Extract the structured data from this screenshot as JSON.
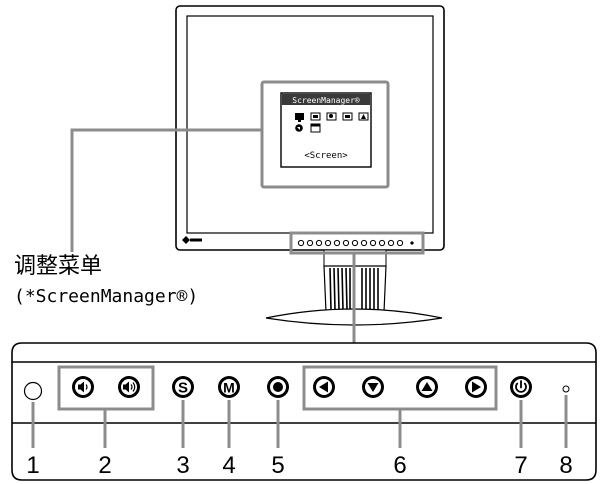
{
  "monitor": {
    "screen": {
      "osd_title": "ScreenManager®",
      "osd_item": "<Screen>"
    }
  },
  "caption": {
    "menu_label": "调整菜单",
    "menu_sublabel": "(*ScreenManager®)"
  },
  "panel": {
    "callout_numbers": [
      "1",
      "2",
      "3",
      "4",
      "5",
      "6",
      "7",
      "8"
    ],
    "buttons": [
      {
        "id": "sensor",
        "icon": "sensor-icon"
      },
      {
        "id": "volume-down",
        "icon": "speaker-down-icon"
      },
      {
        "id": "volume-up",
        "icon": "speaker-up-icon"
      },
      {
        "id": "mode",
        "icon": "mode-s-icon",
        "glyph": "S"
      },
      {
        "id": "menu",
        "icon": "menu-m-icon",
        "glyph": "M"
      },
      {
        "id": "enter",
        "icon": "enter-dot-icon"
      },
      {
        "id": "left",
        "icon": "arrow-left-icon"
      },
      {
        "id": "down",
        "icon": "arrow-down-icon"
      },
      {
        "id": "up",
        "icon": "arrow-up-icon"
      },
      {
        "id": "right",
        "icon": "arrow-right-icon"
      },
      {
        "id": "power",
        "icon": "power-icon"
      },
      {
        "id": "power-led",
        "icon": "led-indicator-icon"
      }
    ]
  },
  "colors": {
    "line": "#000000",
    "callout_gray": "#8c8c8c",
    "background": "#ffffff",
    "osd_dark": "#3a3a3a"
  }
}
